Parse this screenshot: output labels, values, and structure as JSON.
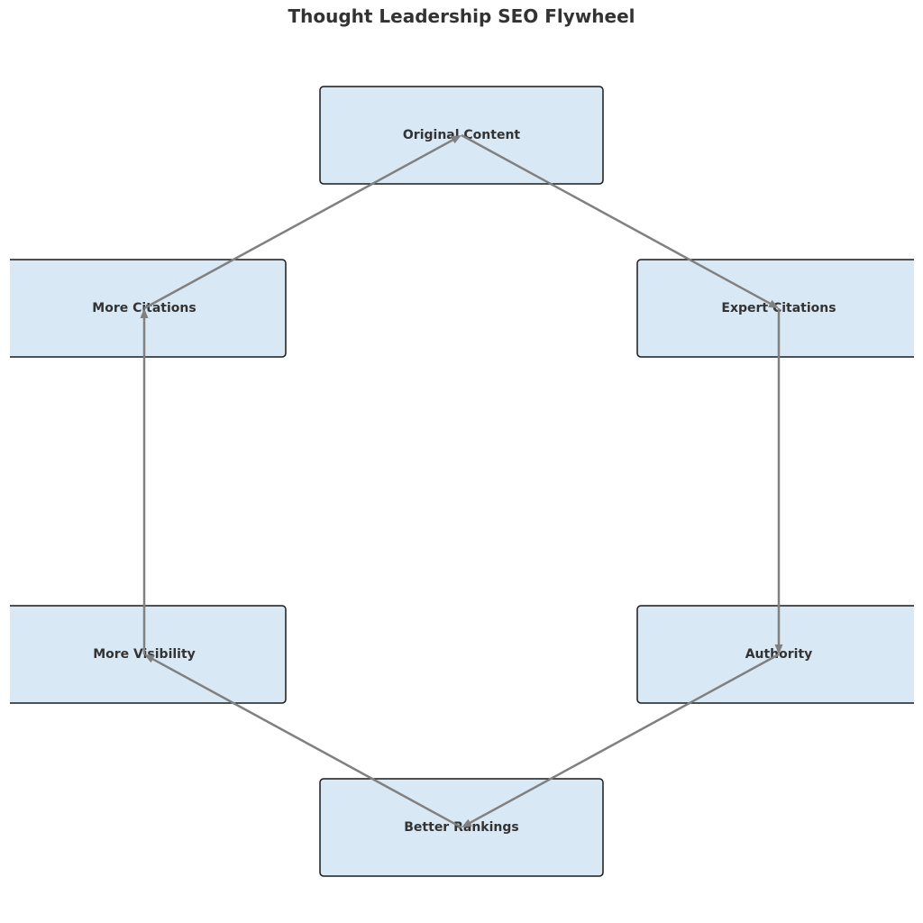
{
  "title": "Thought Leadership SEO Flywheel",
  "colors": {
    "node_fill": "#d9e8f5",
    "node_stroke": "#1a1a1a",
    "edge": "#808080",
    "text": "#333333"
  },
  "nodes": [
    {
      "id": "original-content",
      "label": "Original Content"
    },
    {
      "id": "expert-citations",
      "label": "Expert Citations"
    },
    {
      "id": "authority",
      "label": "Authority"
    },
    {
      "id": "better-rankings",
      "label": "Better Rankings"
    },
    {
      "id": "more-visibility",
      "label": "More Visibility"
    },
    {
      "id": "more-citations",
      "label": "More Citations"
    }
  ],
  "edges": [
    {
      "from": "original-content",
      "to": "expert-citations"
    },
    {
      "from": "expert-citations",
      "to": "authority"
    },
    {
      "from": "authority",
      "to": "better-rankings"
    },
    {
      "from": "better-rankings",
      "to": "more-visibility"
    },
    {
      "from": "more-visibility",
      "to": "more-citations"
    },
    {
      "from": "more-citations",
      "to": "original-content"
    }
  ]
}
